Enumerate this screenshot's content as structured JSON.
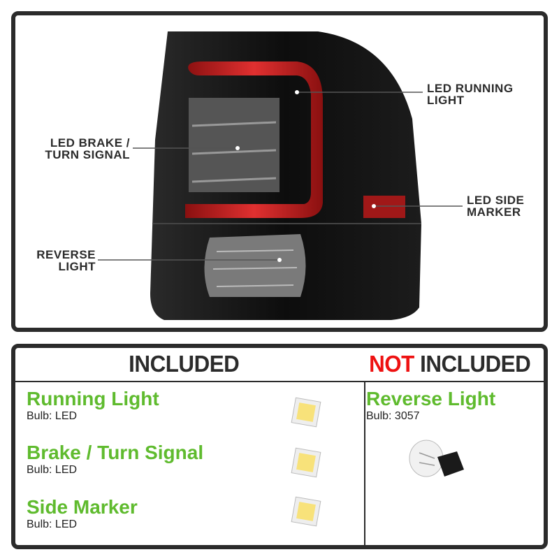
{
  "callouts": {
    "running": [
      "LED RUNNING",
      "LIGHT"
    ],
    "brake": [
      "LED BRAKE /",
      "TURN SIGNAL"
    ],
    "side": [
      "LED SIDE",
      "MARKER"
    ],
    "reverse": [
      "REVERSE",
      "LIGHT"
    ]
  },
  "table": {
    "included_header": "INCLUDED",
    "not_word": "NOT",
    "not_included_rest": " INCLUDED",
    "included": [
      {
        "title": "Running Light",
        "bulb": "Bulb: LED"
      },
      {
        "title": "Brake / Turn Signal",
        "bulb": "Bulb: LED"
      },
      {
        "title": "Side Marker",
        "bulb": "Bulb: LED"
      }
    ],
    "not_included": [
      {
        "title": "Reverse Light",
        "bulb": "Bulb: 3057"
      }
    ]
  },
  "colors": {
    "green": "#5fbb2e",
    "red": "#ee1111",
    "frame": "#2b2b2b"
  }
}
